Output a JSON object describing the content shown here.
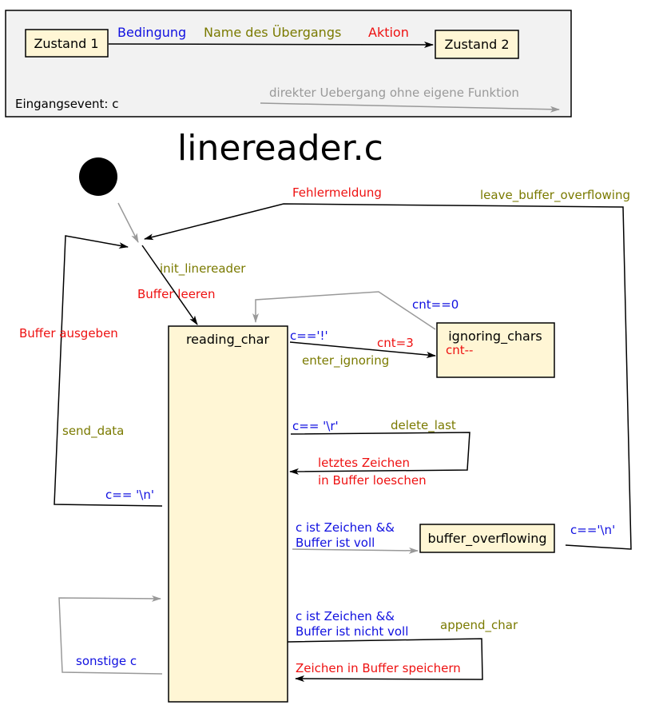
{
  "title": "linereader.c",
  "legend": {
    "state1": "Zustand 1",
    "state2": "Zustand 2",
    "condition": "Bedingung",
    "transition_name": "Name des Übergangs",
    "action": "Aktion",
    "input_event": "Eingangsevent: c",
    "direct_transition": "direkter Uebergang ohne eigene Funktion"
  },
  "states": {
    "reading_char": "reading_char",
    "ignoring_chars": "ignoring_chars",
    "ignoring_action": "cnt--",
    "buffer_overflowing": "buffer_overflowing"
  },
  "labels": {
    "init_transition": "init_linereader",
    "init_action": "Buffer leeren",
    "error_action": "Fehlermeldung",
    "leave_overflow": "leave_buffer_overflowing",
    "overflow_cond": "c=='\\n'",
    "send_action": "Buffer ausgeben",
    "send_transition": "send_data",
    "newline_cond": "c== '\\n'",
    "cnt_zero": "cnt==0",
    "excl_cond": "c=='!'",
    "cnt3": "cnt=3",
    "enter_ignoring": "enter_ignoring",
    "cr_cond": "c== '\\r'",
    "delete_last": "delete_last",
    "delete_action_1": "letztes Zeichen",
    "delete_action_2": "in Buffer loeschen",
    "full_cond_1": "c ist Zeichen &&",
    "full_cond_2": "Buffer ist voll",
    "notfull_cond_1": "c ist Zeichen &&",
    "notfull_cond_2": "Buffer ist nicht voll",
    "append_char": "append_char",
    "store_action": "Zeichen in Buffer speichern",
    "other_cond": "sonstige c"
  }
}
